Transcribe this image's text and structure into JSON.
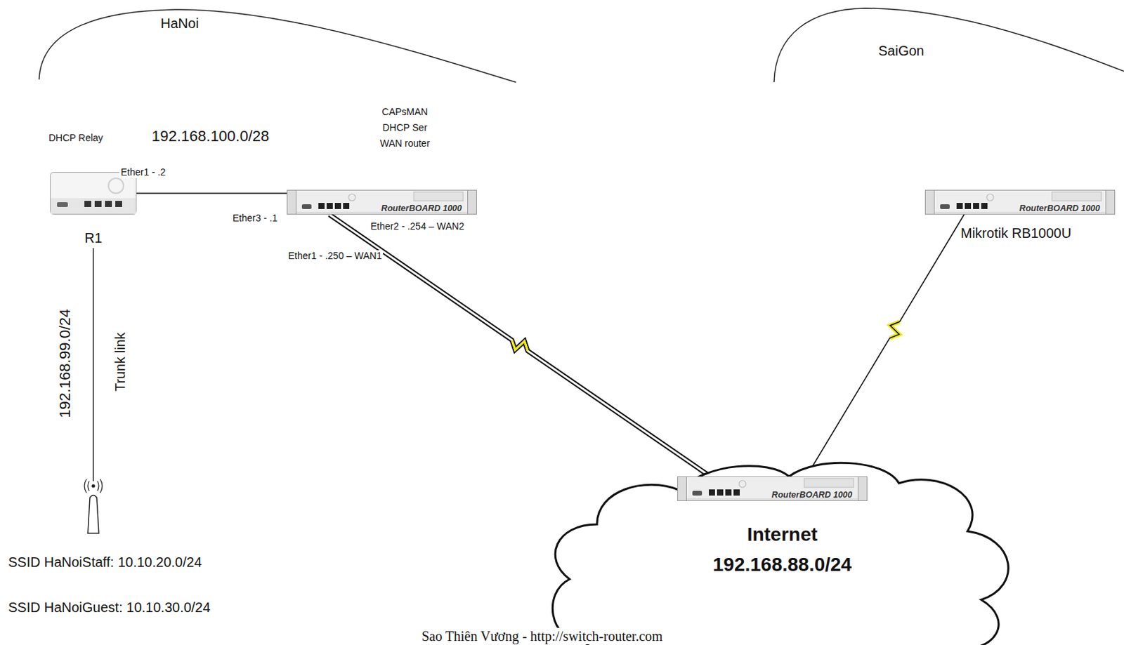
{
  "diagram": {
    "nodes": [
      {
        "text": [
          "R1"
        ]
      },
      {
        "text": [
          "RouterBOARD 1000"
        ]
      },
      {
        "text": [
          "RouterBOARD 1000"
        ]
      },
      {
        "text": [
          "Internet",
          "192.168.88.0/24"
        ]
      },
      {
        "text": [
          "RouterBOARD 1000"
        ],
        "in": 3
      }
    ],
    "edges": [
      {
        "from": 0,
        "to": 1,
        "arrow": "none"
      },
      {
        "from": 1,
        "to": 4,
        "arrow": "none"
      },
      {
        "from": 2,
        "to": 3,
        "arrow": "none"
      }
    ],
    "labels": [
      "HaNoi",
      "SaiGon",
      "DHCP Relay",
      "192.168.100.0/28",
      "CAPsMAN DHCP Ser WAN router",
      "Ether1 - .2",
      "Ether3 - .1",
      "Ether2 - .254 – WAN2",
      "Ether1 - .250 – WAN1",
      "192.168.99.0/24",
      "Trunk link",
      "SSID HaNoiStaff: 10.10.20.0/24",
      "SSID HaNoiGuest: 10.10.30.0/24",
      "Sao Thiên Vương - http://switch-router.com",
      "Mikrotik RB1000U"
    ]
  }
}
